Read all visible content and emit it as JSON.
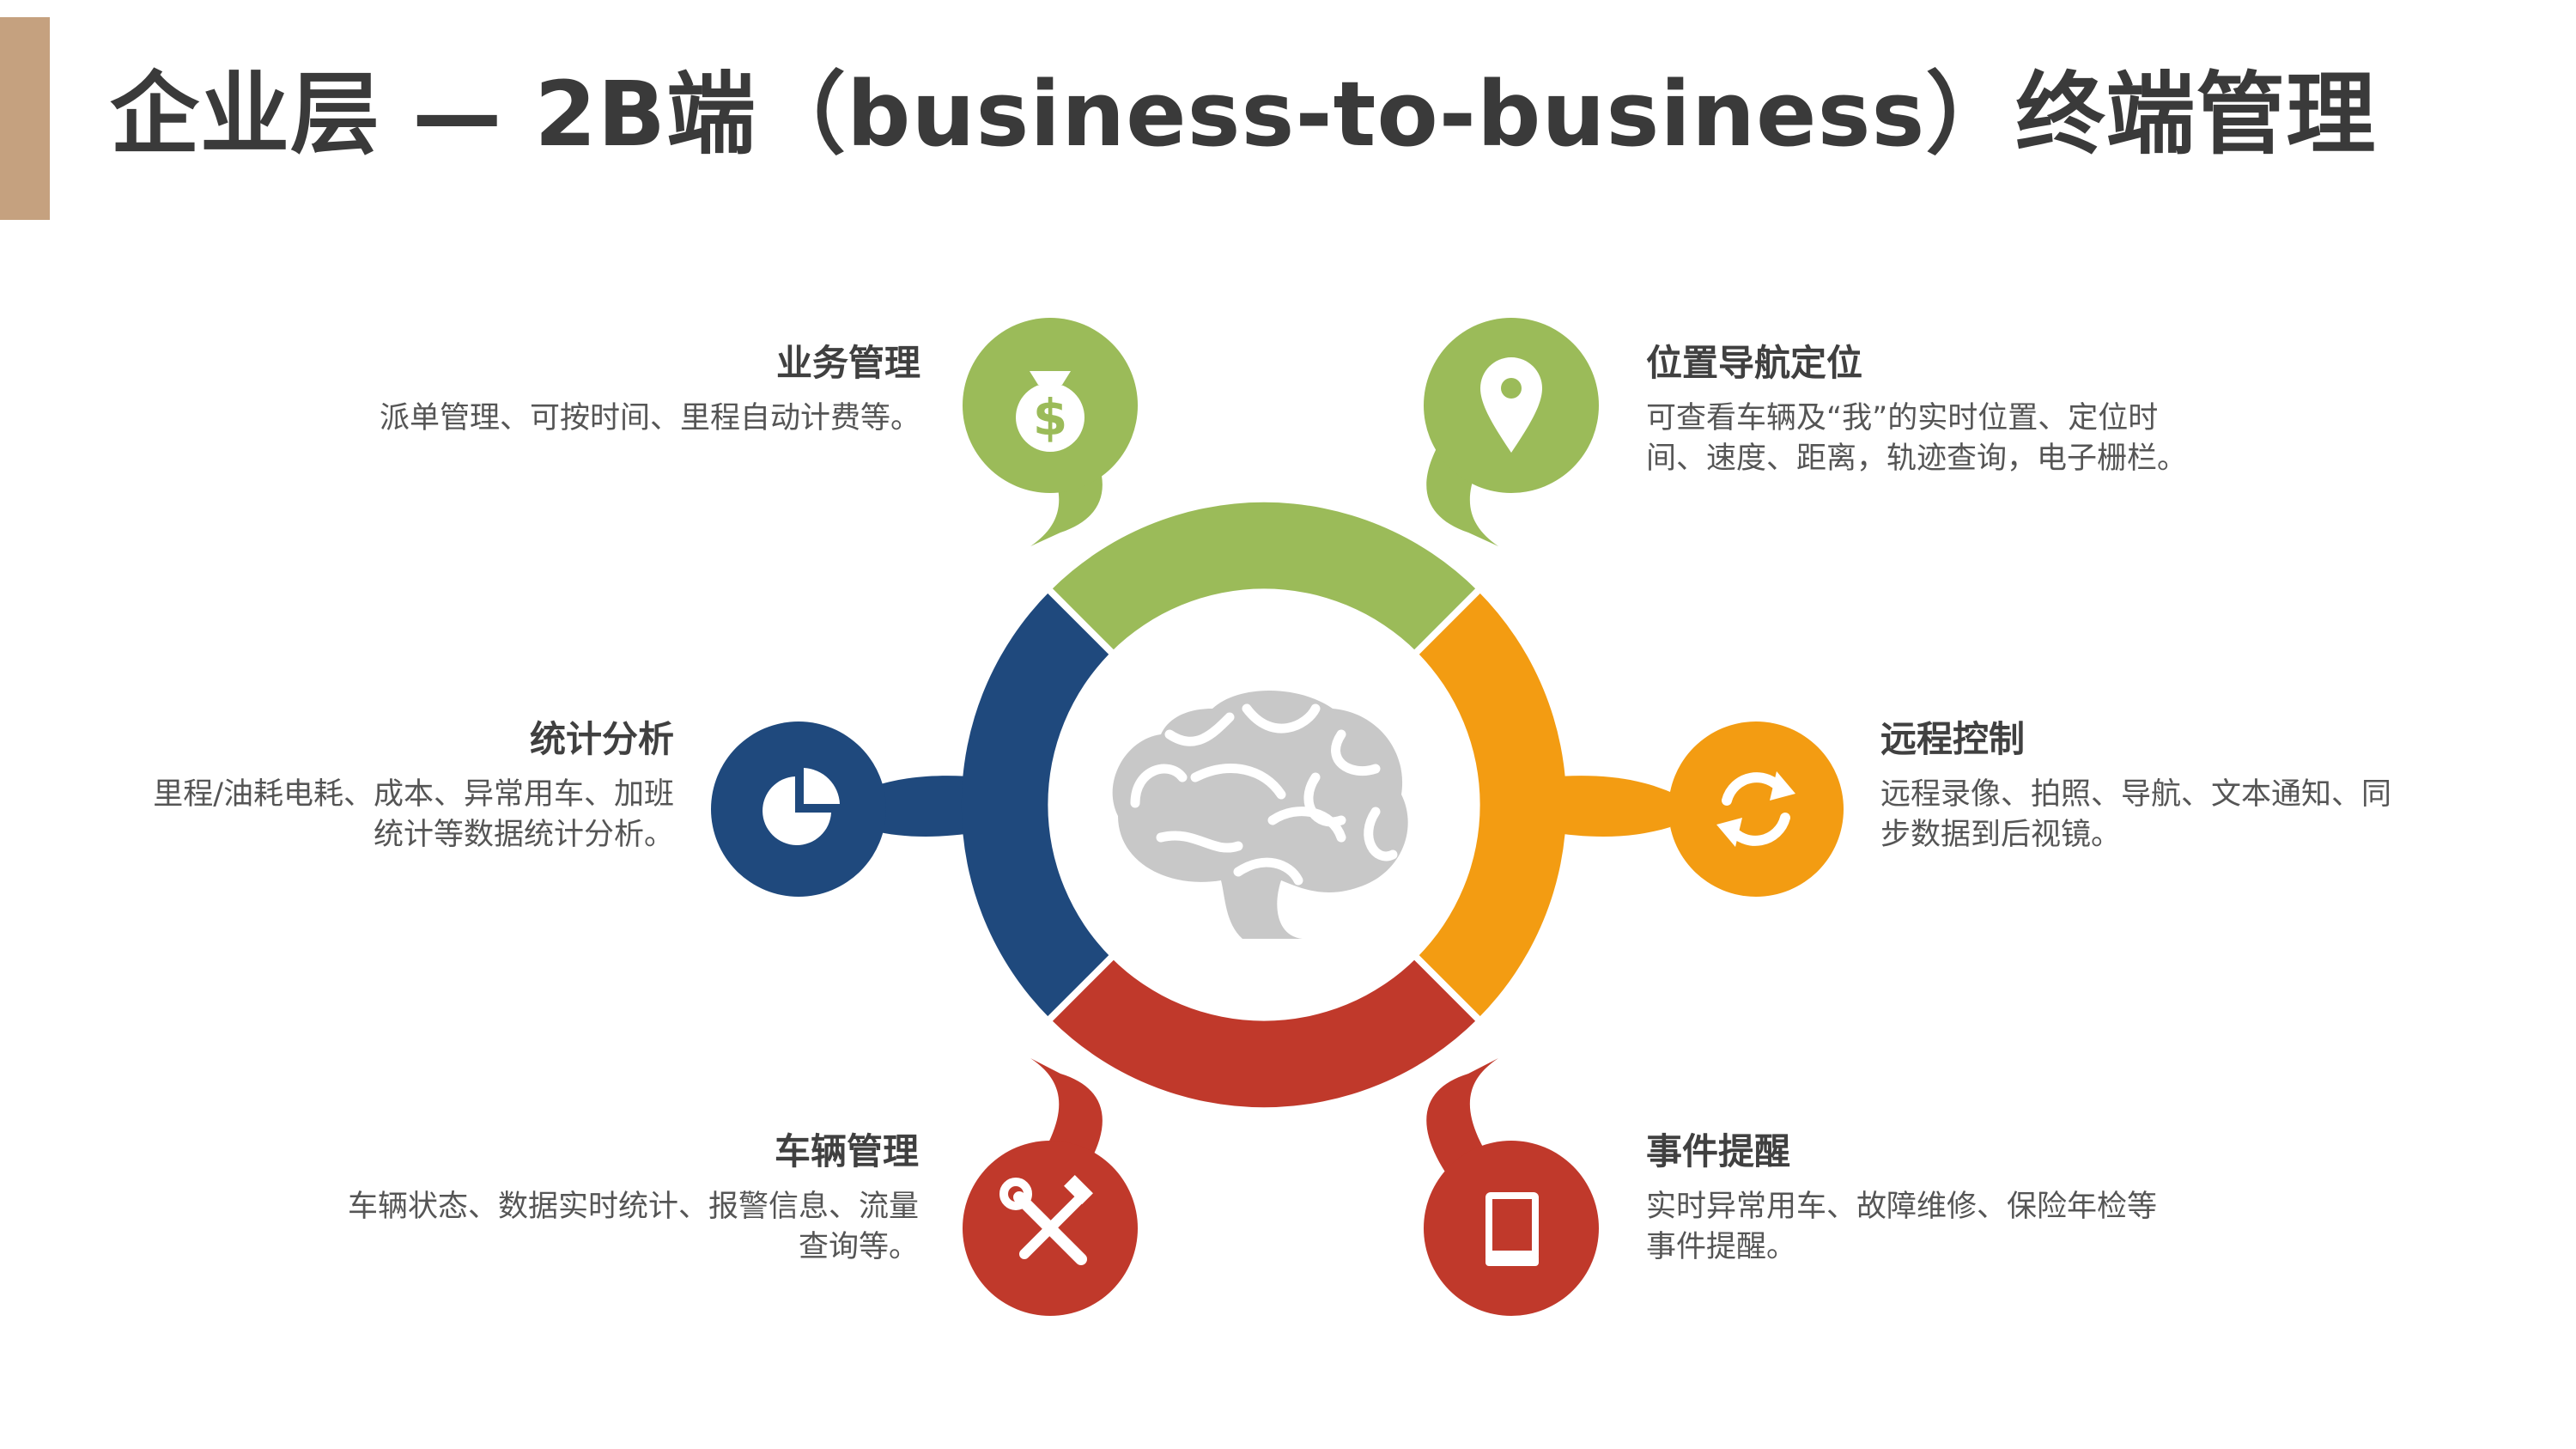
{
  "slide": {
    "title": "企业层 — 2B端（business-to-business）终端管理",
    "accent_color": "#c5a17f"
  },
  "center": {
    "icon": "brain-icon"
  },
  "items": [
    {
      "title": "业务管理",
      "desc": "派单管理、可按时间、里程自动计费等。",
      "icon": "money-bag-icon",
      "color": "#9bbb59"
    },
    {
      "title": "位置导航定位",
      "desc": "可查看车辆及“我”的实时位置、定位时间、速度、距离，轨迹查询，电子栅栏。",
      "icon": "location-pin-icon",
      "color": "#9bbb59"
    },
    {
      "title": "统计分析",
      "desc": "里程/油耗电耗、成本、异常用车、加班统计等数据统计分析。",
      "icon": "pie-chart-icon",
      "color": "#1f497d"
    },
    {
      "title": "远程控制",
      "desc": "远程录像、拍照、导航、文本通知、同步数据到后视镜。",
      "icon": "refresh-icon",
      "color": "#f39c12"
    },
    {
      "title": "车辆管理",
      "desc": "车辆状态、数据实时统计、报警信息、流量查询等。",
      "icon": "tools-icon",
      "color": "#c0392b"
    },
    {
      "title": "事件提醒",
      "desc": "实时异常用车、故障维修、保险年检等事件提醒。",
      "icon": "book-icon",
      "color": "#c0392b"
    }
  ]
}
